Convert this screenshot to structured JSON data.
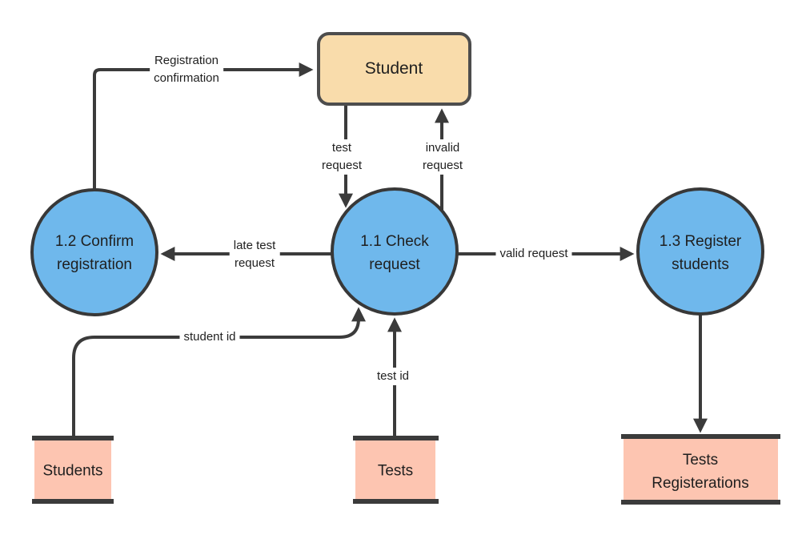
{
  "colors": {
    "process_fill": "#6fb8ec",
    "process_stroke": "#383838",
    "entity_fill": "#f9dcab",
    "entity_stroke": "#4d4d4d",
    "store_fill": "#fdc5b1",
    "line_stroke": "#3b3b3b",
    "text": "#1f1f1f"
  },
  "nodes": {
    "student": {
      "label": "Student",
      "type": "external entity"
    },
    "p11": {
      "label": "1.1 Check\nrequest",
      "type": "process"
    },
    "p12": {
      "label": "1.2 Confirm\nregistration",
      "type": "process"
    },
    "p13": {
      "label": "1.3 Register\nstudents",
      "type": "process"
    },
    "store_students": {
      "label": "Students",
      "type": "data store"
    },
    "store_tests": {
      "label": "Tests",
      "type": "data store"
    },
    "store_tests_registrations": {
      "label": "Tests\nRegisterations",
      "type": "data store"
    }
  },
  "flows": {
    "registration_confirmation": {
      "label": "Registration\nconfirmation",
      "from": "p12",
      "to": "student"
    },
    "test_request": {
      "label": "test\nrequest",
      "from": "student",
      "to": "p11"
    },
    "invalid_request": {
      "label": "invalid\nrequest",
      "from": "p11",
      "to": "student"
    },
    "late_test_request": {
      "label": "late test\nrequest",
      "from": "p11",
      "to": "p12"
    },
    "valid_request": {
      "label": "valid request",
      "from": "p11",
      "to": "p13"
    },
    "student_id": {
      "label": "student id",
      "from": "store_students",
      "to": "p11"
    },
    "test_id": {
      "label": "test id",
      "from": "store_tests",
      "to": "p11"
    },
    "register_write": {
      "label": "",
      "from": "p13",
      "to": "store_tests_registrations"
    }
  }
}
